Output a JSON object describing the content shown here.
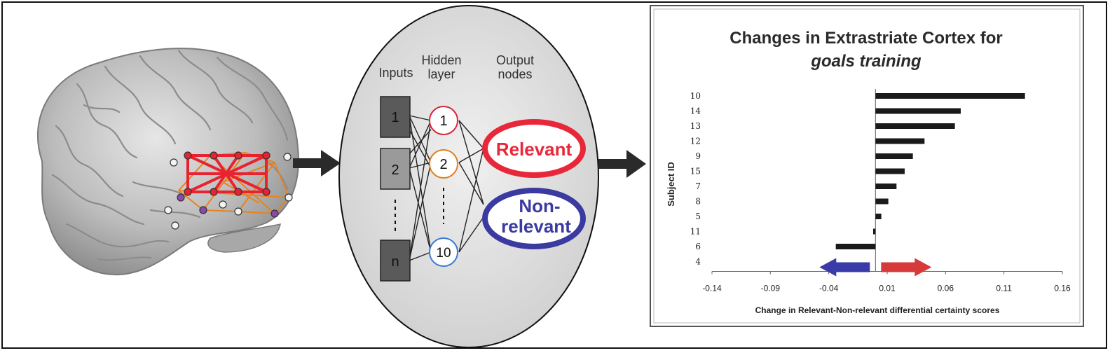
{
  "network": {
    "col_inputs": [
      "Inputs"
    ],
    "col_hidden": [
      "Hidden",
      "layer"
    ],
    "col_output": [
      "Output",
      "nodes"
    ],
    "input_nodes": [
      "1",
      "2",
      "n"
    ],
    "hidden_nodes": [
      "1",
      "2",
      "10"
    ],
    "output_relevant": "Relevant",
    "output_nonrelevant": [
      "Non-",
      "relevant"
    ]
  },
  "chart_data": {
    "type": "bar",
    "orientation": "horizontal",
    "title": [
      "Changes in Extrastriate Cortex for",
      "goals training"
    ],
    "xlabel": "Change in Relevant-Non-relevant  differential certainty scores",
    "ylabel": "Subject ID",
    "categories": [
      "10",
      "14",
      "13",
      "12",
      "9",
      "15",
      "7",
      "8",
      "5",
      "11",
      "6",
      "4"
    ],
    "values": [
      0.128,
      0.073,
      0.068,
      0.042,
      0.032,
      0.025,
      0.018,
      0.011,
      0.005,
      -0.002,
      -0.034,
      0.0
    ],
    "xlim": [
      -0.14,
      0.16
    ],
    "xticks": [
      "-0.14",
      "-0.09",
      "-0.04",
      "0.01",
      "0.06",
      "0.11",
      "0.16"
    ],
    "bar_color": "#1a1a1a",
    "arrow_left_color": "#3a3aa8",
    "arrow_right_color": "#d63a3a"
  },
  "colors": {
    "relevant": "#e8283a",
    "nonrelevant": "#3a3aa0",
    "hidden1": "#d8283a",
    "hidden2": "#e08020",
    "hidden10": "#3a7ad8",
    "arrow": "#2a2a2a"
  }
}
